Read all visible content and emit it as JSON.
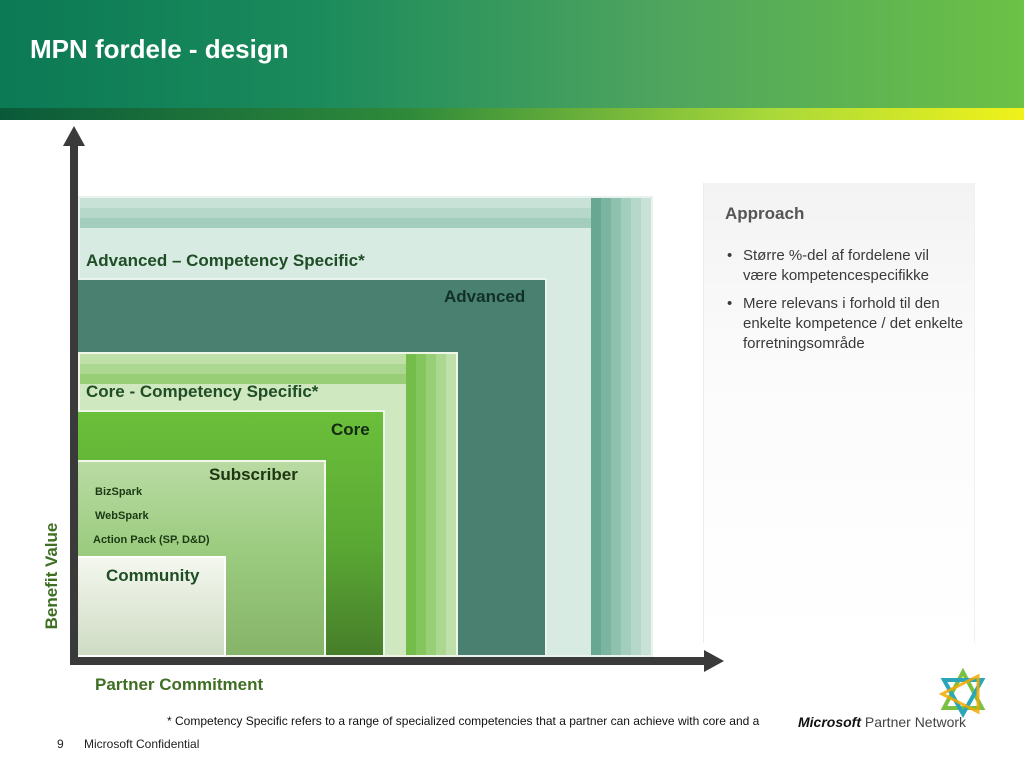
{
  "slide": {
    "title": "MPN fordele - design"
  },
  "diagram": {
    "y_axis_label": "Benefit Value",
    "x_axis_label": "Partner Commitment",
    "tiers": {
      "advanced_cs": "Advanced – Competency Specific*",
      "advanced": "Advanced",
      "core_cs": "Core - Competency Specific*",
      "core": "Core",
      "subscriber": "Subscriber",
      "community": "Community"
    },
    "subscriber_programs": [
      "BizSpark",
      "WebSpark",
      "Action Pack (SP, D&D)"
    ]
  },
  "approach": {
    "title": "Approach",
    "bullets": [
      "Større %-del af fordelene vil være kompetencespecifikke",
      "Mere relevans i forhold til den enkelte kompetence / det enkelte forretningsområde"
    ]
  },
  "footer": {
    "footnote": "* Competency Specific refers to a range of specialized competencies that a partner can achieve with core and a",
    "page_number": "9",
    "confidential": "Microsoft Confidential",
    "logo_microsoft": "Microsoft",
    "logo_partner_network": "Partner Network"
  },
  "icons": {
    "logo_mark": "mpn-star-icon"
  },
  "colors": {
    "header_dark": "#0b7a55",
    "header_light": "#6cc146",
    "advanced": "#4a8070",
    "core": "#5aa834",
    "label_green": "#3f6f22"
  }
}
